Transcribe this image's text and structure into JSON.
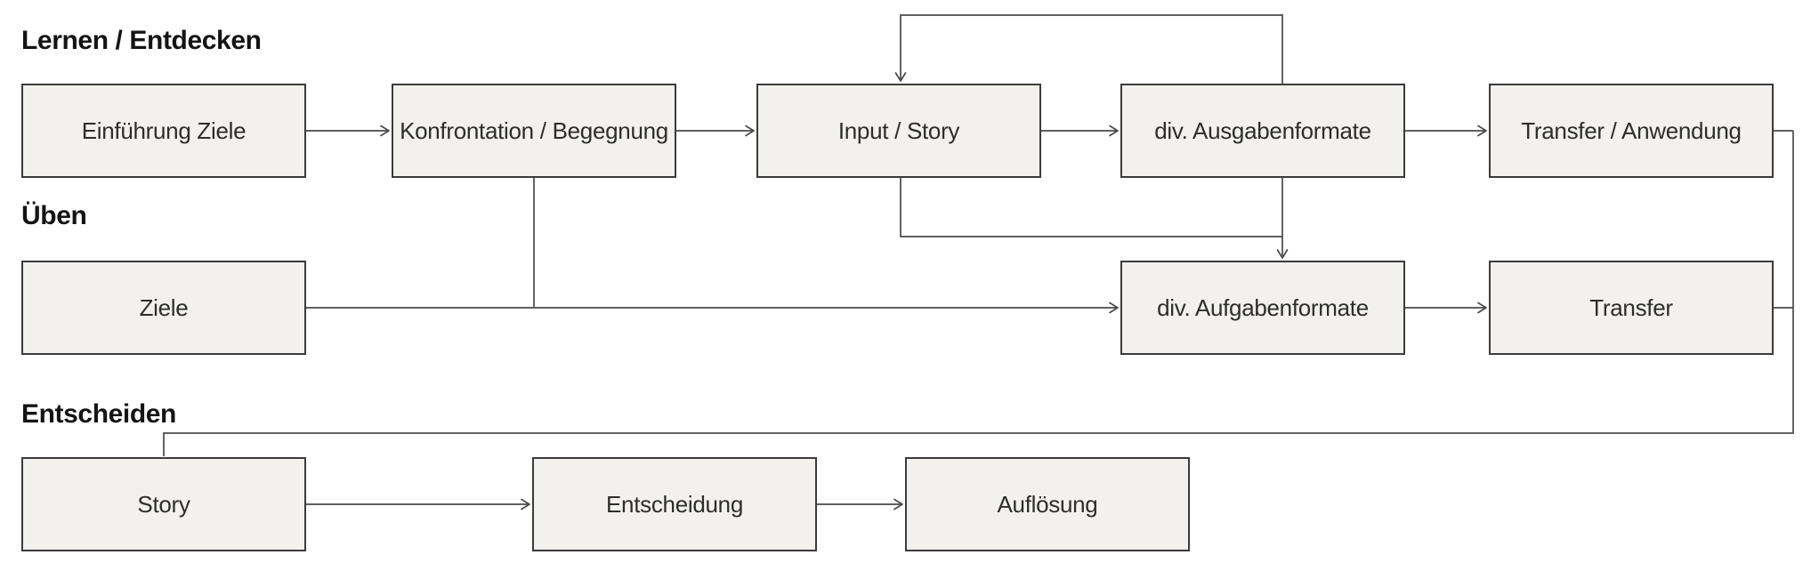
{
  "diagram": {
    "colors": {
      "background": "#ffffff",
      "box_fill": "#f2f1ee",
      "box_border": "#3b3b3b",
      "line_color": "#4a4a4a",
      "text_color": "#2d2d2d",
      "heading_color": "#141414"
    },
    "sections": [
      {
        "id": "lernen-entdecken",
        "label": "Lernen / Entdecken"
      },
      {
        "id": "ueben",
        "label": "Üben"
      },
      {
        "id": "entscheiden",
        "label": "Entscheiden"
      }
    ],
    "nodes": [
      {
        "id": "einfuehrung-ziele",
        "section": "lernen-entdecken",
        "label": "Einführung Ziele"
      },
      {
        "id": "konfrontation-begegnung",
        "section": "lernen-entdecken",
        "label": "Konfrontation / Begegnung"
      },
      {
        "id": "input-story",
        "section": "lernen-entdecken",
        "label": "Input / Story"
      },
      {
        "id": "div-ausgabenformate",
        "section": "lernen-entdecken",
        "label": "div. Ausgabenformate"
      },
      {
        "id": "transfer-anwendung",
        "section": "lernen-entdecken",
        "label": "Transfer / Anwendung"
      },
      {
        "id": "ziele",
        "section": "ueben",
        "label": "Ziele"
      },
      {
        "id": "div-aufgabenformate",
        "section": "ueben",
        "label": "div. Aufgabenformate"
      },
      {
        "id": "transfer",
        "section": "ueben",
        "label": "Transfer"
      },
      {
        "id": "story",
        "section": "entscheiden",
        "label": "Story"
      },
      {
        "id": "entscheidung",
        "section": "entscheiden",
        "label": "Entscheidung"
      },
      {
        "id": "aufloesung",
        "section": "entscheiden",
        "label": "Auflösung"
      }
    ],
    "edges": [
      {
        "from": "einfuehrung-ziele",
        "to": "konfrontation-begegnung",
        "arrow": true
      },
      {
        "from": "konfrontation-begegnung",
        "to": "input-story",
        "arrow": true
      },
      {
        "from": "input-story",
        "to": "div-ausgabenformate",
        "arrow": true
      },
      {
        "from": "div-ausgabenformate",
        "to": "transfer-anwendung",
        "arrow": true
      },
      {
        "from": "div-ausgabenformate",
        "to": "input-story",
        "arrow": true,
        "route": "feedback loop over top"
      },
      {
        "from": "div-ausgabenformate",
        "to": "div-aufgabenformate",
        "arrow": true,
        "route": "straight down"
      },
      {
        "from": "input-story",
        "to": "div-aufgabenformate",
        "arrow": false,
        "route": "down then right, joins vertical into div-aufgabenformate"
      },
      {
        "from": "ziele",
        "to": "div-aufgabenformate",
        "arrow": true
      },
      {
        "from": "konfrontation-begegnung",
        "to": "ziele",
        "arrow": false,
        "route": "drop joining ziele-to-aufgabenformate line"
      },
      {
        "from": "div-aufgabenformate",
        "to": "transfer",
        "arrow": true
      },
      {
        "from": "transfer-anwendung",
        "to": "story",
        "arrow": false,
        "route": "right rail down and back left into story top"
      },
      {
        "from": "transfer",
        "to": "story",
        "arrow": false,
        "route": "joins right rail"
      },
      {
        "from": "story",
        "to": "entscheidung",
        "arrow": true
      },
      {
        "from": "entscheidung",
        "to": "aufloesung",
        "arrow": true
      }
    ]
  }
}
